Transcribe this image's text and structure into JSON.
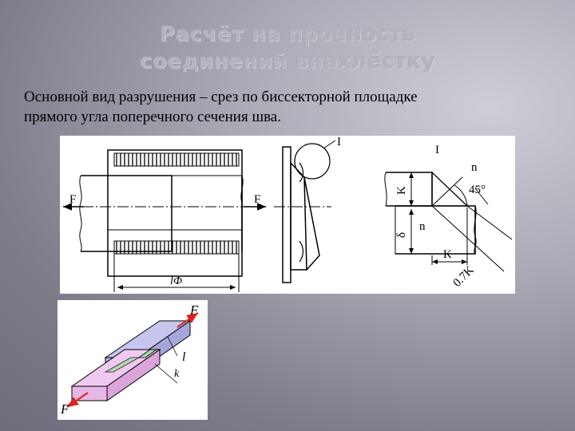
{
  "slide": {
    "title_line1": "Расчёт на прочность",
    "title_line2": "соединений внахлёстку",
    "text_line1": "Основной вид разрушения – срез по биссекторной площадке",
    "text_line2": "прямого угла поперечного сечения шва."
  },
  "figure_top": {
    "force_left": "F",
    "force_right": "F",
    "length_label": "lФ",
    "callout_label": "I",
    "detail_title": "I",
    "n_top": "n",
    "angle": "45°",
    "k_vertical": "K",
    "delta": "δ",
    "n_center": "n",
    "k_bottom": "K",
    "throat": "0.7K"
  },
  "figure_bottom": {
    "force_top": "F",
    "force_bottom": "F",
    "length": "l",
    "leg": "k"
  },
  "colors": {
    "title": "#b6b3be",
    "drawing": "#000000",
    "plate_top": "#c6c6ee",
    "plate_bottom": "#f0c9f0",
    "weld": "#a9dba9",
    "force_arrow": "#e02020"
  }
}
